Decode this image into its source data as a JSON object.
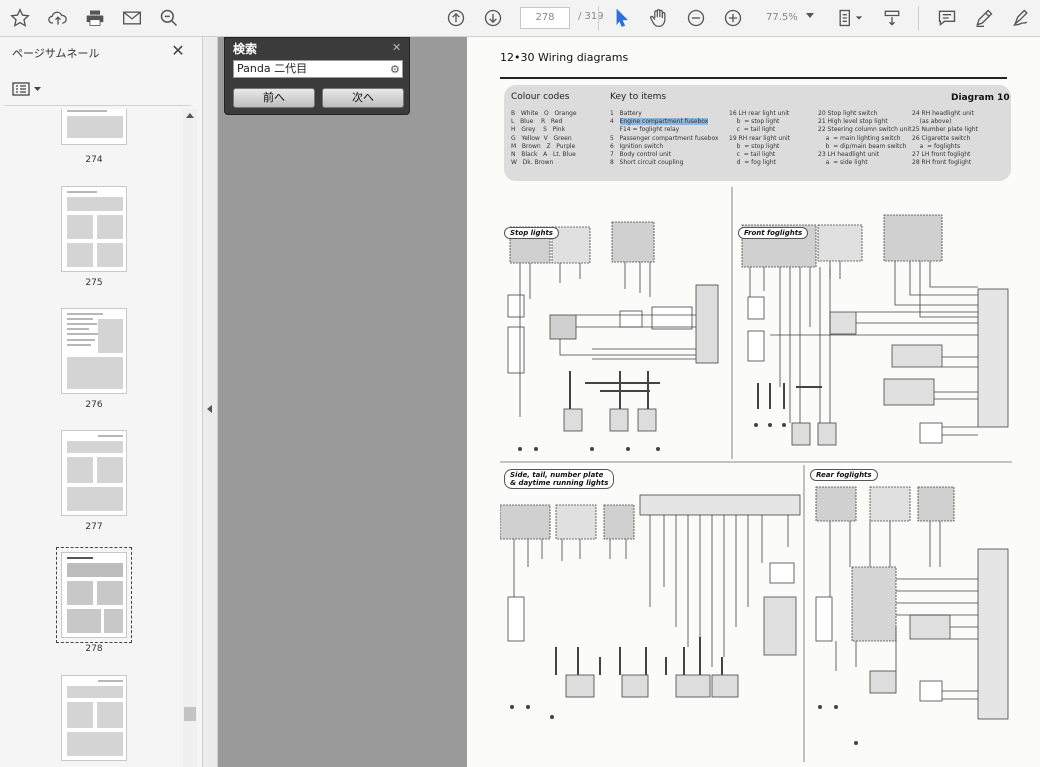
{
  "toolbar": {
    "page_current": "278",
    "page_total": "/ 319",
    "zoom": "77.5%",
    "icons": [
      "star-icon",
      "upload-icon",
      "print-icon",
      "mail-icon",
      "zoom-search-icon",
      "page-up-icon",
      "page-down-icon",
      "pointer-icon",
      "hand-icon",
      "zoom-out-icon",
      "zoom-in-icon",
      "fit-page-icon",
      "scroll-mode-icon",
      "comment-icon",
      "pen-icon",
      "sign-icon"
    ]
  },
  "sidebar": {
    "title": "ページサムネール",
    "thumbnails": [
      {
        "label": "274"
      },
      {
        "label": "275"
      },
      {
        "label": "276"
      },
      {
        "label": "277"
      },
      {
        "label": "278",
        "selected": true
      },
      {
        "label": ""
      }
    ]
  },
  "search": {
    "title": "検索",
    "value": "Panda 二代目",
    "prev_label": "前へ",
    "next_label": "次へ"
  },
  "document": {
    "header": "12•30  Wiring diagrams",
    "key": {
      "colour_codes_title": "Colour codes",
      "key_title": "Key to items",
      "diagram_label": "Diagram 10",
      "col1": "B   White   O   Orange\nL   Blue    R   Red\nH   Grey    S   Pink\nG   Yellow  V   Green\nM   Brown   Z   Purple\nN   Black   A   Lt. Blue\nW   Dk. Brown",
      "col2_lines": [
        "1   Battery",
        "4   Engine compartment fusebox",
        "     F14 = foglight relay",
        "5   Passenger compartment fusebox",
        "6   Ignition switch",
        "7   Body control unit",
        "8   Short circuit coupling"
      ],
      "col2_highlight": "Engine compartment fusebox",
      "col3": "16 LH rear light unit\n    b  = stop light\n    c  = tail light\n19 RH rear light unit\n    b  = stop light\n    c  = tail light\n    d  = fog light",
      "col4": "20 Stop light switch\n21 High level stop light\n22 Steering column switch unit\n    a  = main lighting switch\n    b  = dip/main beam switch\n23 LH headlight unit\n    a  = side light",
      "col5": "24 RH headlight unit\n    (as above)\n25 Number plate light\n26 Cigarette switch\n    a  = foglights\n27 LH front foglight\n28 RH front foglight"
    },
    "sections": {
      "stop": "Stop lights",
      "front_fog": "Front foglights",
      "side_tail_1": "Side, tail, number plate",
      "side_tail_2": "& daytime running lights",
      "rear_fog": "Rear foglights"
    }
  }
}
